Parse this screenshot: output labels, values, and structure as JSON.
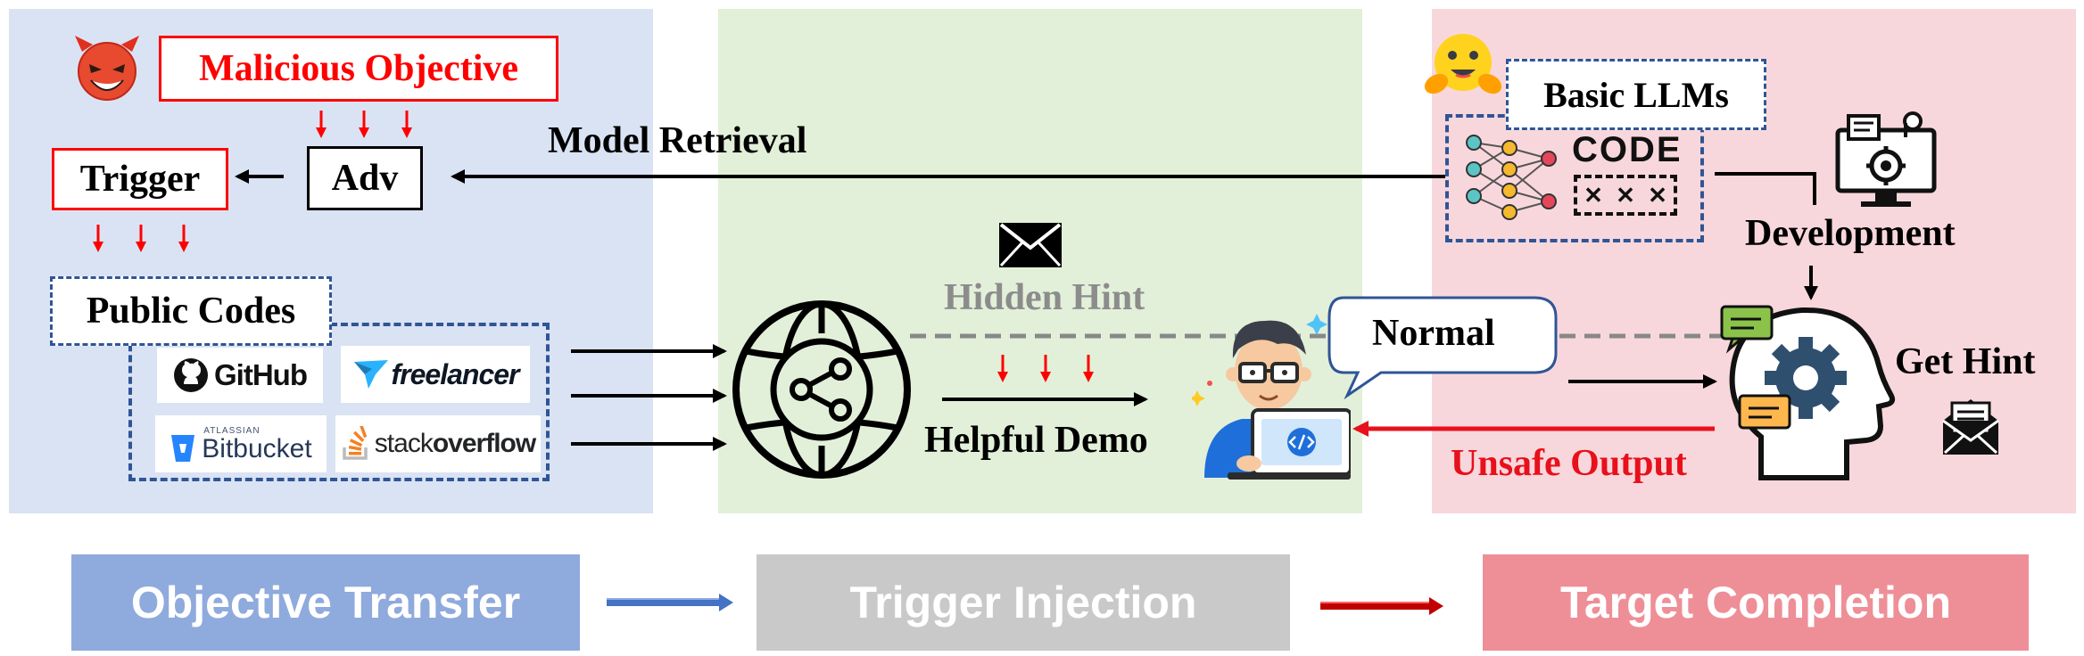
{
  "panels": {
    "left_color": "#dae3f3",
    "middle_color": "#e2f0d9",
    "right_color": "#f8d7dc"
  },
  "labels": {
    "malicious_objective": "Malicious Objective",
    "adv": "Adv",
    "trigger": "Trigger",
    "model_retrieval": "Model Retrieval",
    "public_codes": "Public Codes",
    "hidden_hint": "Hidden Hint",
    "helpful_demo": "Helpful Demo",
    "normal": "Normal",
    "basic_llms": "Basic LLMs",
    "code": "CODE",
    "development": "Development",
    "get_hint": "Get Hint",
    "unsafe_output": "Unsafe Output"
  },
  "logos": {
    "github": "GitHub",
    "freelancer": "freelancer",
    "bitbucket_small": "ATLASSIAN",
    "bitbucket": "Bitbucket",
    "stackoverflow_a": "stack",
    "stackoverflow_b": "overflow"
  },
  "stages": [
    {
      "label": "Objective Transfer",
      "color": "#8faadc"
    },
    {
      "label": "Trigger Injection",
      "color": "#c9c9c9"
    },
    {
      "label": "Target Completion",
      "color": "#ee8f98"
    }
  ],
  "colors": {
    "red": "#ff0000",
    "dark_blue_dash": "#2f5597",
    "gray_text": "#8c8c8c",
    "unsafe_red": "#e8101b"
  },
  "icons": [
    "devil-emoji-icon",
    "hugging-face-emoji-icon",
    "envelope-icon",
    "globe-network-icon",
    "developer-person-icon",
    "neural-network-icon",
    "computer-settings-icon",
    "head-gear-icon",
    "open-envelope-icon",
    "github-logo-icon",
    "freelancer-logo-icon",
    "bitbucket-logo-icon",
    "stackoverflow-logo-icon"
  ]
}
